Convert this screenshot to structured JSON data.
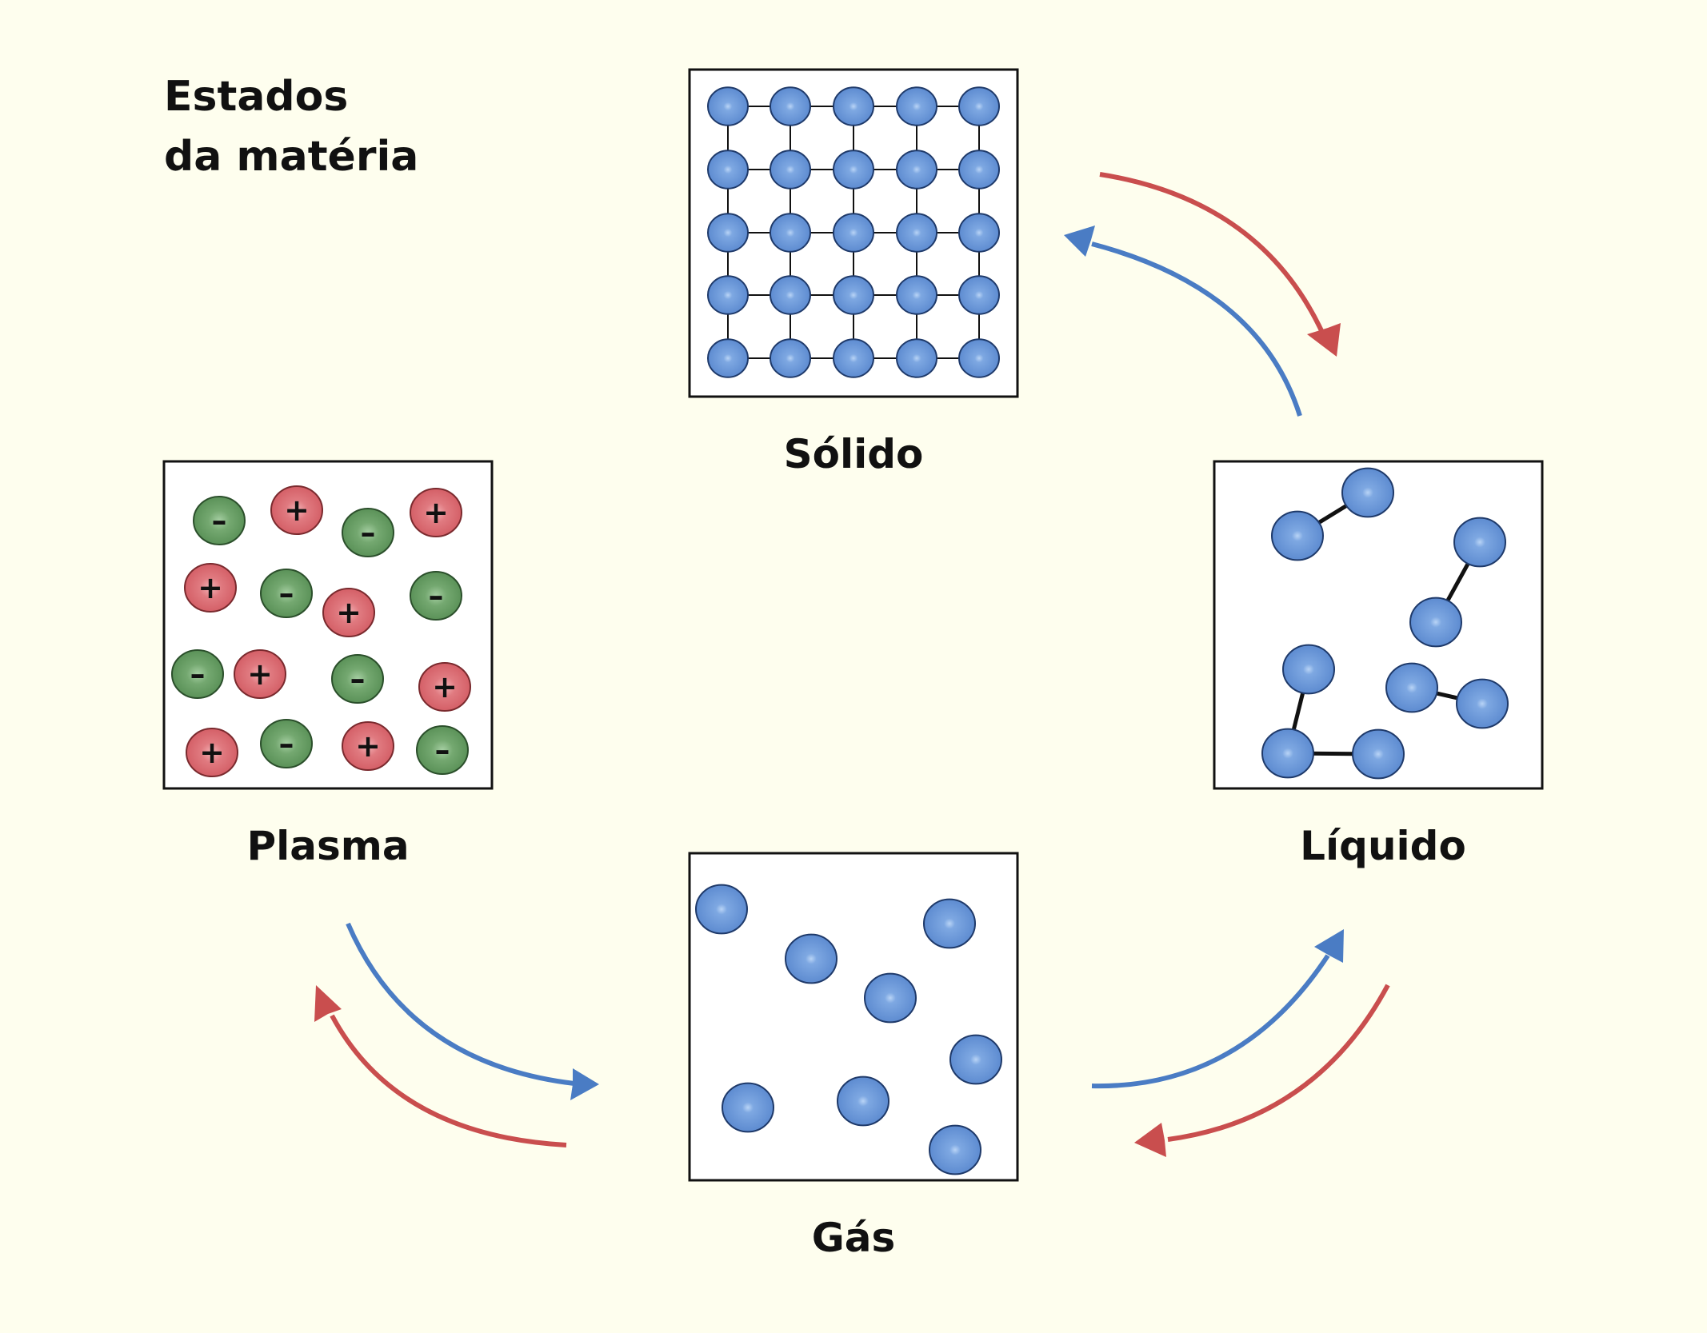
{
  "title": {
    "line1": "Estados",
    "line2": "da matéria"
  },
  "states": {
    "solid": {
      "label": "Sólido"
    },
    "liquid": {
      "label": "Líquido"
    },
    "gas": {
      "label": "Gás"
    },
    "plasma": {
      "label": "Plasma"
    }
  },
  "symbols": {
    "plus": "+",
    "minus": "–"
  },
  "colors": {
    "background": "#fefeee",
    "particle_blue": "#6a96d8",
    "particle_blue_dark": "#2f5596",
    "ion_positive": "#d9646c",
    "ion_negative": "#5e9a5e",
    "arrow_heating": "#c94e4e",
    "arrow_cooling": "#4a7cc4"
  },
  "icons": {
    "heating_arrow": "red-arrow-icon",
    "cooling_arrow": "blue-arrow-icon"
  }
}
